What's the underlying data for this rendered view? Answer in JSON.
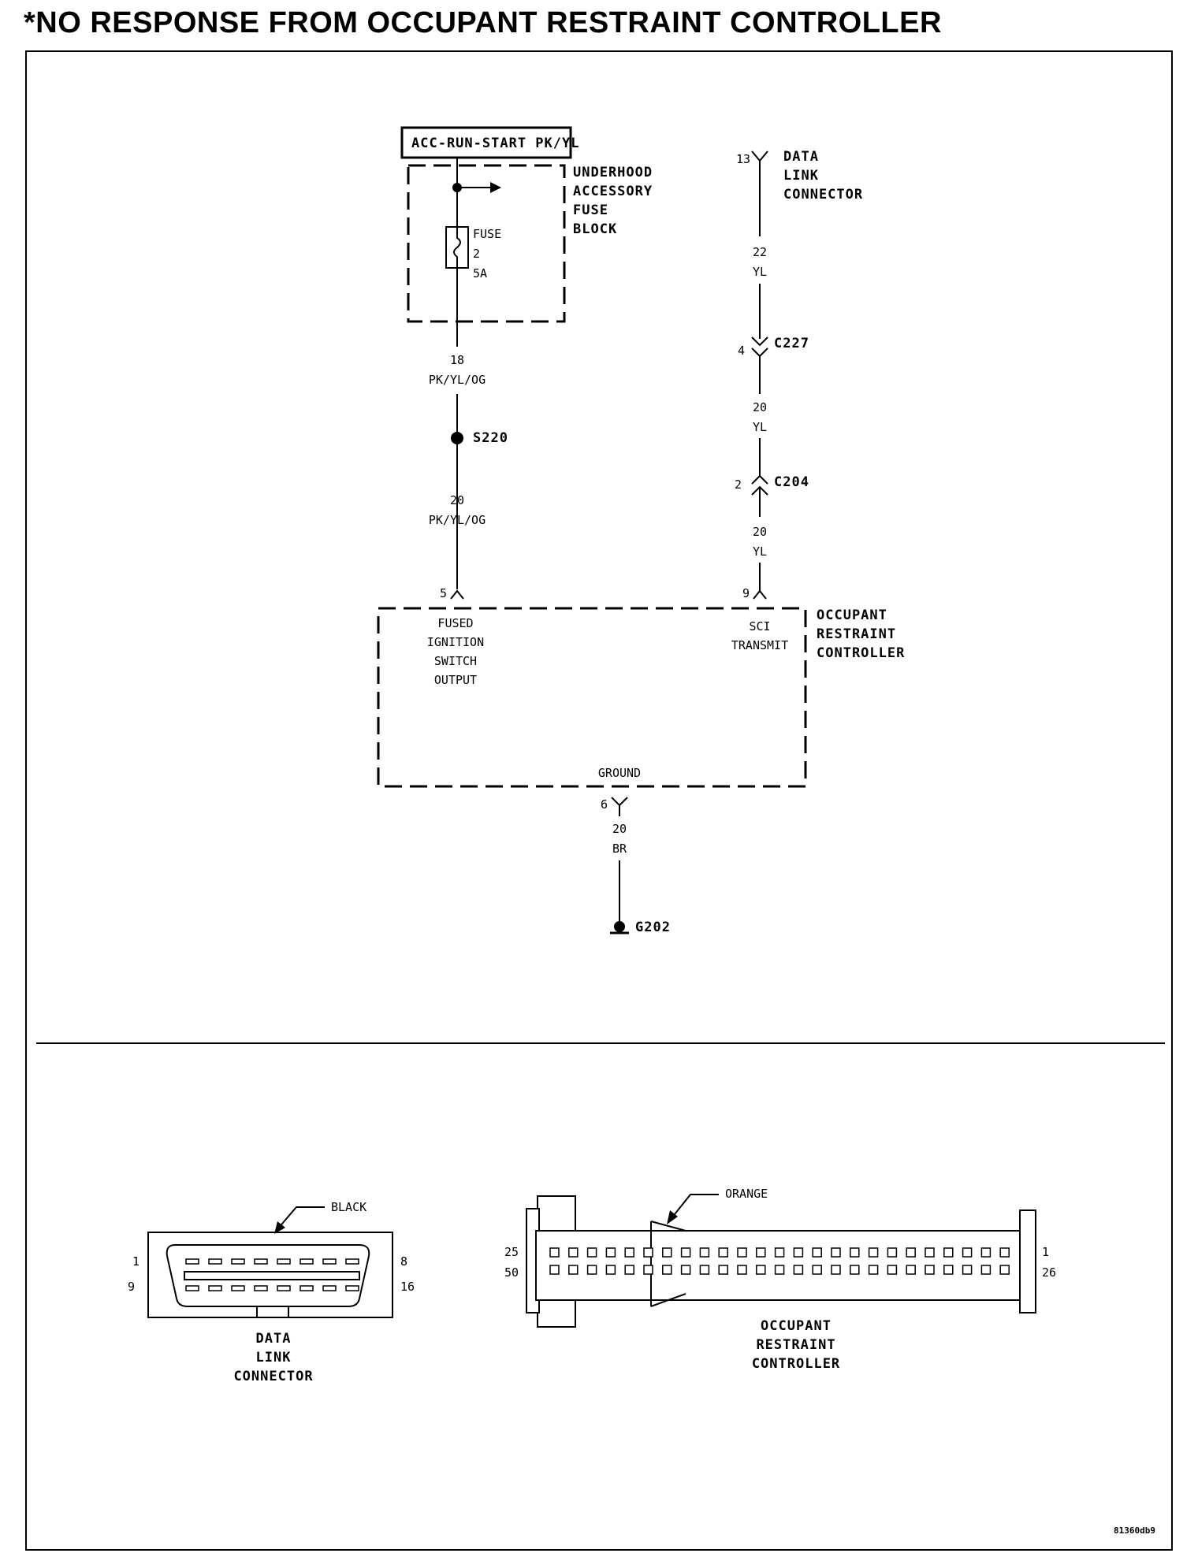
{
  "title": "*NO RESPONSE FROM OCCUPANT RESTRAINT CONTROLLER",
  "power_source_box": "ACC-RUN-START PK/YL",
  "fuse_block": {
    "label": [
      "UNDERHOOD",
      "ACCESSORY",
      "FUSE",
      "BLOCK"
    ],
    "fuse": [
      "FUSE",
      "2",
      "5A"
    ]
  },
  "left_wire_upper": {
    "gauge": "18",
    "color": "PK/YL/OG"
  },
  "splice": "S220",
  "left_wire_lower": {
    "gauge": "20",
    "color": "PK/YL/OG"
  },
  "dlc_label": [
    "DATA",
    "LINK",
    "CONNECTOR"
  ],
  "dlc_pin": "13",
  "right_wire_1": {
    "gauge": "22",
    "color": "YL"
  },
  "c227": {
    "pin": "4",
    "name": "C227"
  },
  "right_wire_2": {
    "gauge": "20",
    "color": "YL"
  },
  "c204": {
    "pin": "2",
    "name": "C204"
  },
  "right_wire_3": {
    "gauge": "20",
    "color": "YL"
  },
  "orc": {
    "label": [
      "OCCUPANT",
      "RESTRAINT",
      "CONTROLLER"
    ],
    "pin_left": "5",
    "pin_left_label": [
      "FUSED",
      "IGNITION",
      "SWITCH",
      "OUTPUT"
    ],
    "pin_right": "9",
    "pin_right_label": [
      "SCI",
      "TRANSMIT"
    ],
    "ground_label": "GROUND",
    "ground_pin": "6"
  },
  "ground_wire": {
    "gauge": "20",
    "color": "BR"
  },
  "ground_point": "G202",
  "dlc_view": {
    "color_callout": "BLACK",
    "pins": {
      "top_left": "1",
      "top_right": "8",
      "bottom_left": "9",
      "bottom_right": "16"
    },
    "caption": [
      "DATA",
      "LINK",
      "CONNECTOR"
    ]
  },
  "orc_view": {
    "color_callout": "ORANGE",
    "pins": {
      "top_left": "25",
      "bottom_left": "50",
      "top_right": "1",
      "bottom_right": "26"
    },
    "caption": [
      "OCCUPANT",
      "RESTRAINT",
      "CONTROLLER"
    ]
  },
  "figure_id": "81360db9"
}
